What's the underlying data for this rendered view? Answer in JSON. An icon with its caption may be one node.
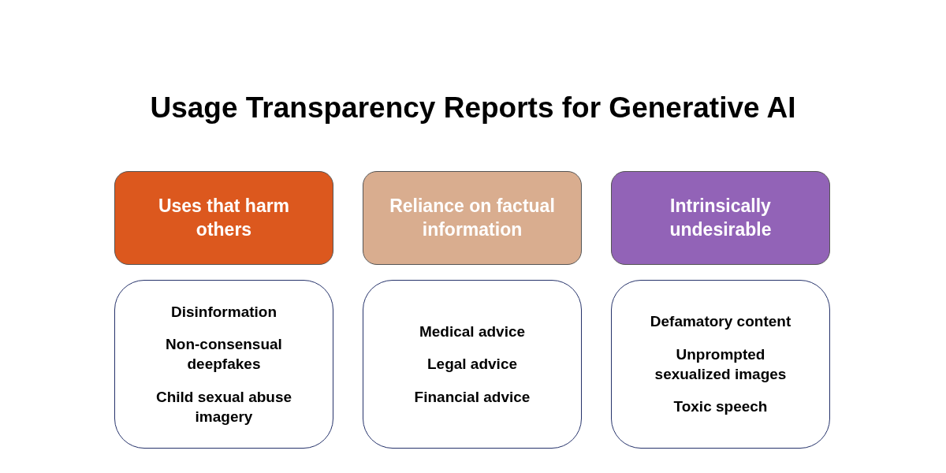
{
  "diagram": {
    "title": "Usage Transparency Reports for Generative AI",
    "nodes": [
      {
        "text": [
          "Uses that harm others"
        ]
      },
      {
        "text": [
          "Reliance on factual information"
        ]
      },
      {
        "text": [
          "Intrinsically undesirable"
        ]
      },
      {
        "text": [
          "Disinformation",
          "Non-consensual deepfakes",
          "Child sexual abuse imagery"
        ]
      },
      {
        "text": [
          "Medical advice",
          "Legal advice",
          "Financial advice"
        ]
      },
      {
        "text": [
          "Defamatory content",
          "Unprompted sexualized images",
          "Toxic speech"
        ]
      }
    ]
  }
}
